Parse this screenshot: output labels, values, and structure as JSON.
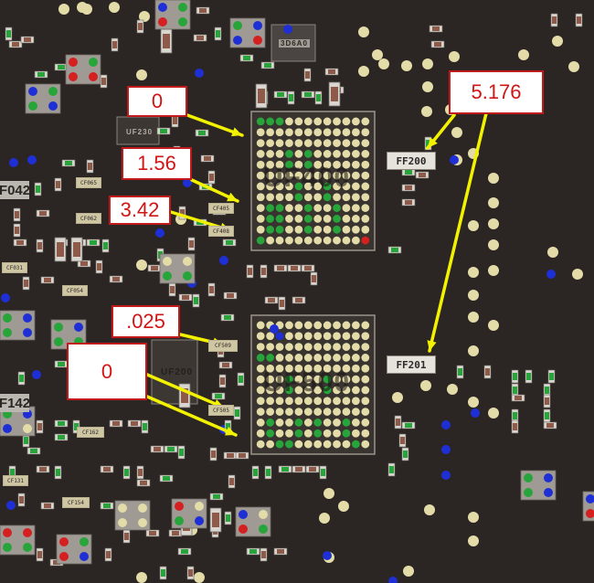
{
  "board": {
    "background": "#2b2523",
    "components": {
      "uf400": "UF400",
      "uf500": "UF500",
      "uf200": "UF200",
      "uf230": "UF230",
      "ic_3d6a0": "3D6A0"
    },
    "test_points": {
      "ff200": "FF200",
      "ff201": "FF201"
    },
    "refdes": {
      "f042": "F042",
      "f142": "F142"
    },
    "part_tags": {
      "cf065": "CF065",
      "cf062": "CF062",
      "cf031": "CF031",
      "cf054": "CF054",
      "cf405": "CF405",
      "cf408": "CF408",
      "cf509": "CF509",
      "cf505": "CF505",
      "cf162": "CF162",
      "cf131": "CF131",
      "cf154": "CF154"
    }
  },
  "callouts": [
    {
      "id": "c1",
      "value": "0"
    },
    {
      "id": "c2",
      "value": "1.56"
    },
    {
      "id": "c3",
      "value": "3.42"
    },
    {
      "id": "c4",
      "value": "5.176"
    },
    {
      "id": "c5",
      "value": ".025"
    },
    {
      "id": "c6",
      "value": "0"
    }
  ],
  "colors": {
    "arrow": "#f2f200",
    "callout_text": "#d01515",
    "callout_border": "#c21a1a",
    "pad_tan": "#e3dca9",
    "via_green": "#27a43a",
    "via_blue": "#1f2fd6",
    "via_red": "#d42020"
  }
}
